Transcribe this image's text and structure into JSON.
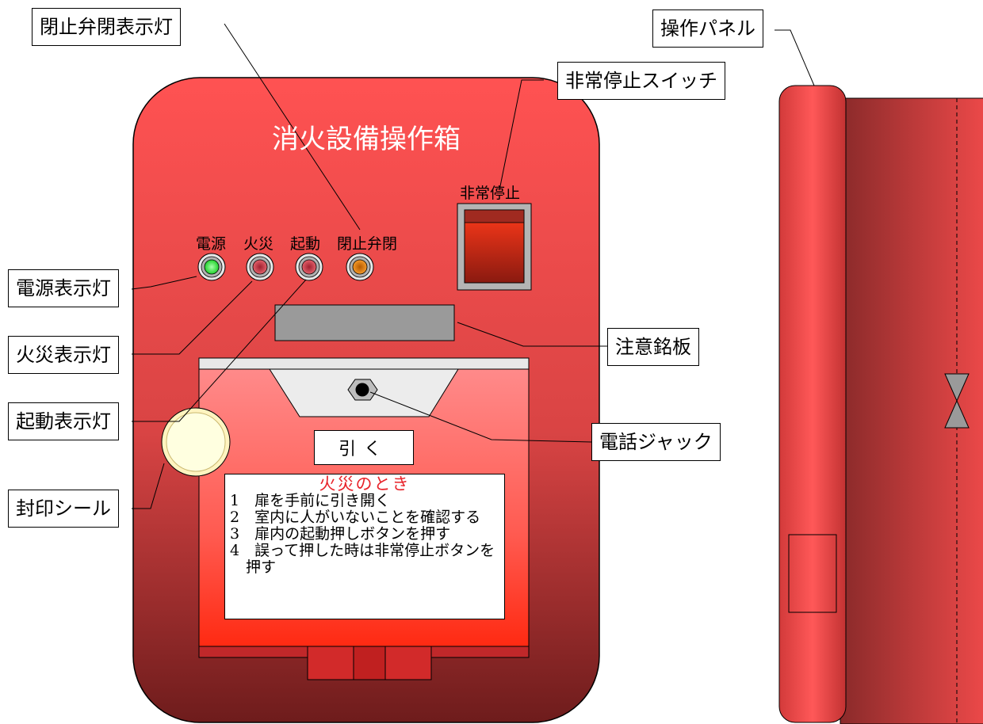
{
  "callouts": {
    "valve_lamp": "閉止弁閉表示灯",
    "emergency_switch": "非常停止スイッチ",
    "operation_panel": "操作パネル",
    "power_lamp": "電源表示灯",
    "fire_lamp": "火災表示灯",
    "start_lamp": "起動表示灯",
    "seal": "封印シール",
    "caution_plate": "注意銘板",
    "phone_jack": "電話ジャック"
  },
  "box": {
    "title": "消火設備操作箱",
    "lamps": [
      {
        "label": "電源",
        "color": "#1fd12b"
      },
      {
        "label": "火災",
        "color": "#d94a55"
      },
      {
        "label": "起動",
        "color": "#d94a55"
      },
      {
        "label": "閉止弁閉",
        "color": "#f08a12"
      }
    ],
    "emergency_label": "非常停止",
    "pull_label": "引く",
    "instructions": {
      "title": "火災のとき",
      "steps": [
        "1　扉を手前に引き開く",
        "2　室内に人がいないことを確認する",
        "3　扉内の起動押しボタンを押す",
        "4　誤って押した時は非常停止ボタンを押す"
      ]
    }
  },
  "colors": {
    "body_red": "#f05050",
    "dark_red": "#7a1f1f",
    "seal": "#fff8c8"
  }
}
